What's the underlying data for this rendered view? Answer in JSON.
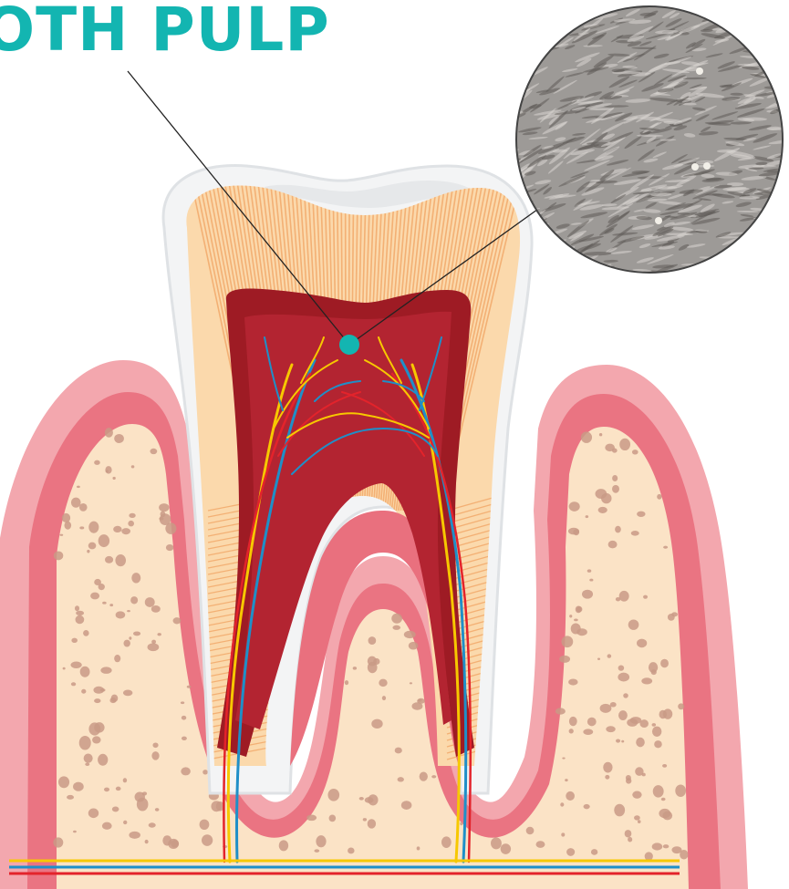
{
  "title": {
    "text": "OTH PULP"
  },
  "colors": {
    "accent": "#13b5b1",
    "gum_outer": "#f4a5ad",
    "gum_inner": "#e9707e",
    "bone": "#fbe3c6",
    "bone_spots": "#c99a86",
    "enamel": "#f4f5f6",
    "dentin": "#fbd8aa",
    "dentin_stripes": "#f3b074",
    "pulp": "#9e1b24",
    "pulp_inner": "#b92532",
    "nerve_yellow": "#f7c800",
    "vessel_red": "#e3232b",
    "vessel_blue": "#1f8fc8",
    "micrograph": "#9d9a97"
  },
  "icons": [
    "cell-micrograph-inset",
    "tooth-cross-section"
  ]
}
